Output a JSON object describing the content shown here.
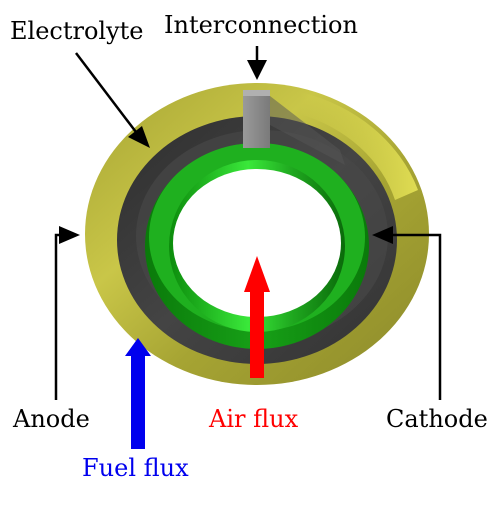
{
  "labels": {
    "electrolyte": "Electrolyte",
    "interconnection": "Interconnection",
    "anode": "Anode",
    "cathode": "Cathode",
    "air_flux": "Air flux",
    "fuel_flux": "Fuel flux"
  },
  "colors": {
    "anode": "#a6a433",
    "anode_light": "#e6e356",
    "electrolyte": "#3b3b3b",
    "cathode": "#0f8a0f",
    "cathode_light": "#36e436",
    "interconnection": "#8f8f8f",
    "air_flux": "#ff0000",
    "fuel_flux": "#0000ee",
    "label_text": "#000000"
  }
}
